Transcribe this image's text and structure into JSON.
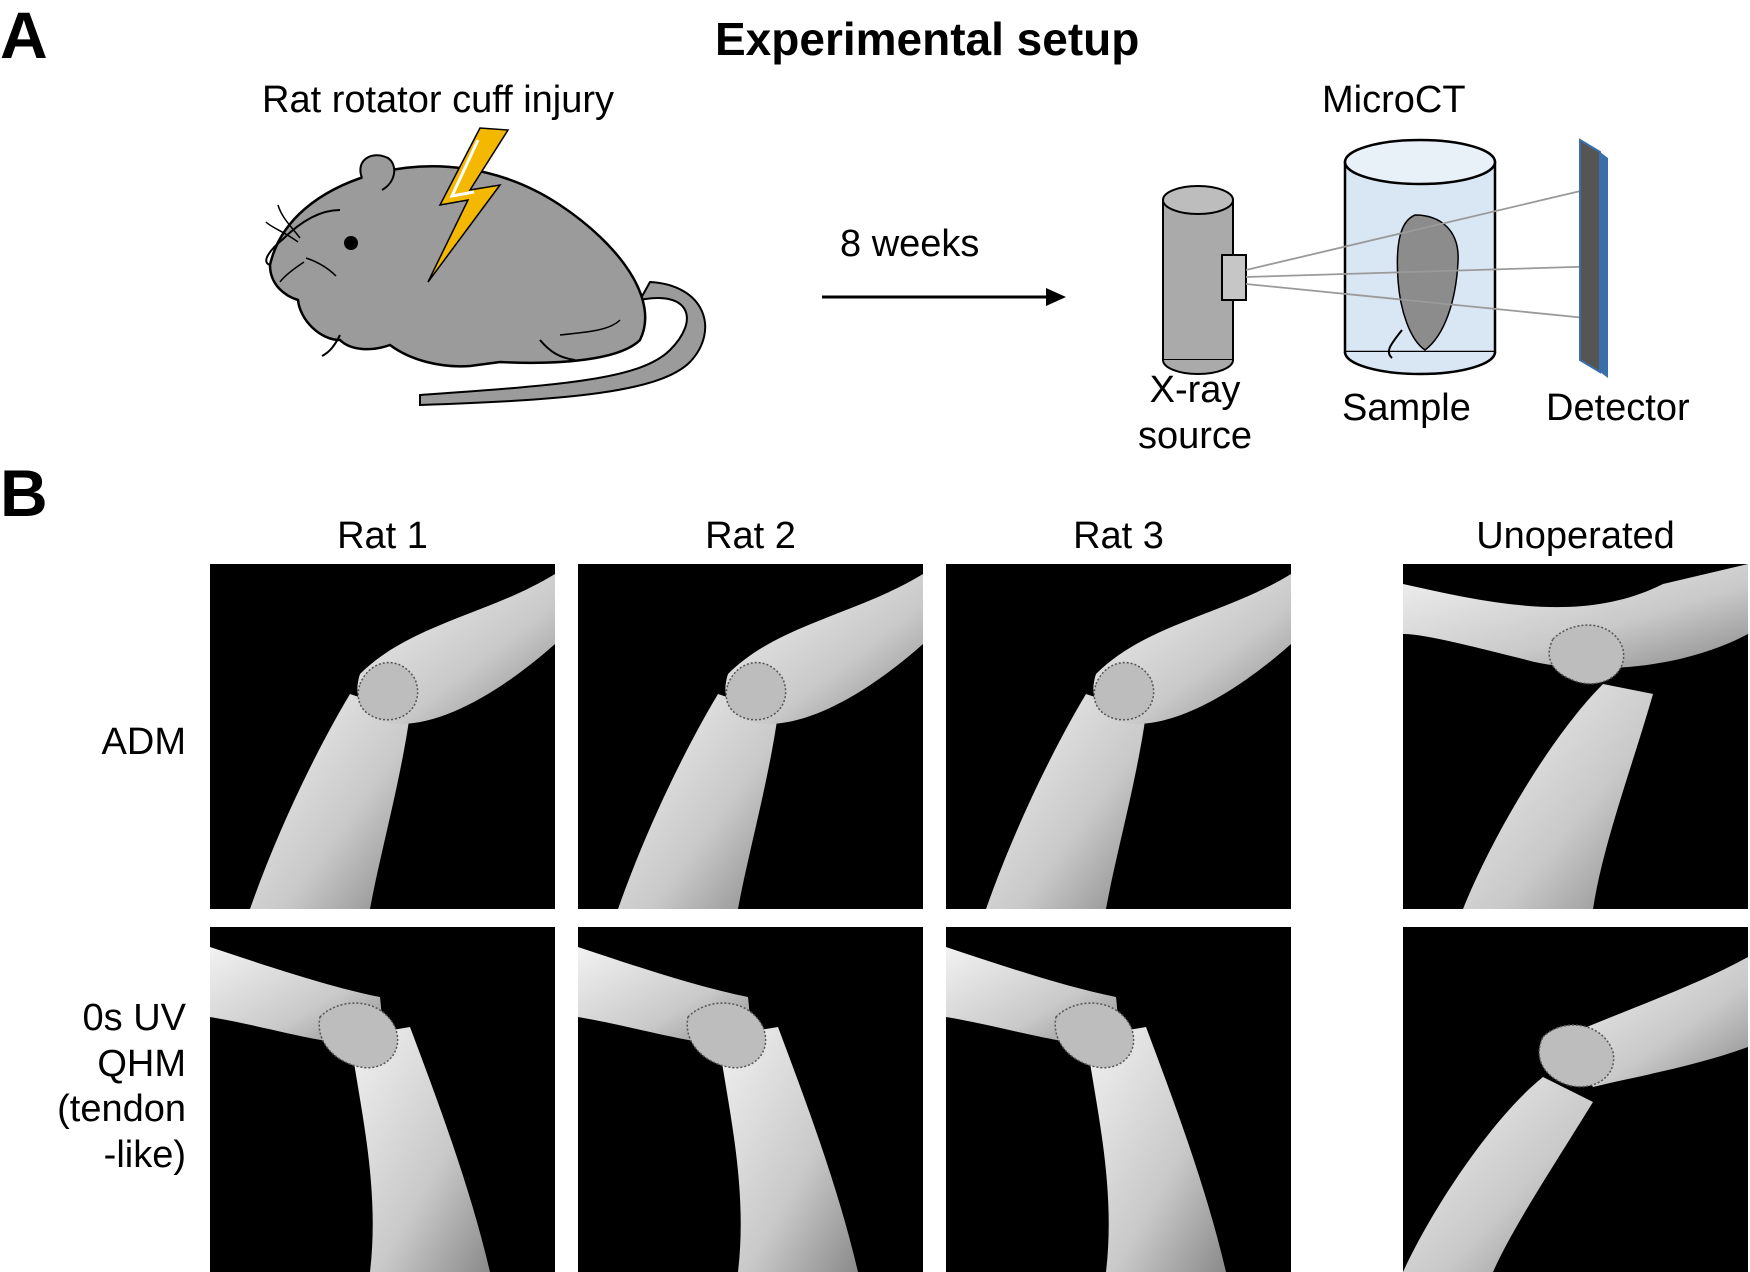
{
  "panel_a": {
    "letter": "A",
    "title": "Experimental setup",
    "injury_label": "Rat rotator cuff injury",
    "time_label": "8 weeks",
    "microct_label": "MicroCT",
    "xray_label_line1": "X-ray",
    "xray_label_line2": "source",
    "sample_label": "Sample",
    "detector_label": "Detector"
  },
  "panel_b": {
    "letter": "B",
    "columns": [
      "Rat 1",
      "Rat 2",
      "Rat 3",
      "Unoperated"
    ],
    "rows": [
      {
        "lines": [
          "ADM"
        ]
      },
      {
        "lines": [
          "0s UV",
          "QHM",
          "(tendon",
          "-like)"
        ]
      }
    ]
  },
  "colors": {
    "rat_body": "#9b9b9b",
    "lightning": "#f5b800",
    "container": "#d9e6f3",
    "detector": "#555555",
    "detector_edge": "#3a6ea8",
    "bone": "#d8d8d8",
    "tile_bg": "#000000"
  }
}
